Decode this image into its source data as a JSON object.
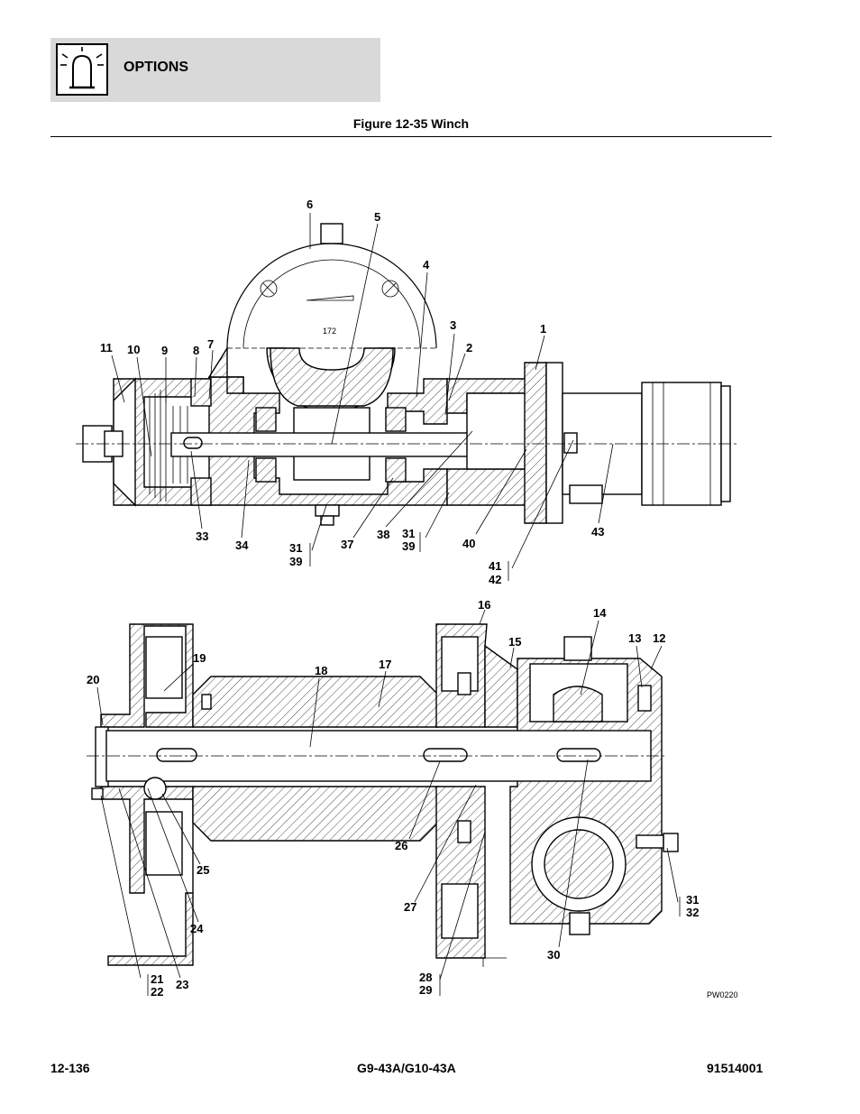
{
  "header": {
    "section_title": "OPTIONS",
    "icon": "beacon-light-icon"
  },
  "figure": {
    "title": "Figure 12-35 Winch",
    "drawing_id": "PW0220",
    "body_marking": "172",
    "upper_callouts": [
      "6",
      "5",
      "4",
      "3",
      "2",
      "1",
      "11",
      "10",
      "9",
      "8",
      "7",
      "33",
      "34",
      "31",
      "39",
      "37",
      "38",
      "31",
      "39",
      "40",
      "41",
      "42",
      "43"
    ],
    "lower_callouts": [
      "16",
      "14",
      "15",
      "13",
      "12",
      "19",
      "20",
      "18",
      "17",
      "26",
      "25",
      "24",
      "27",
      "23",
      "21",
      "22",
      "28",
      "29",
      "30",
      "31",
      "32"
    ]
  },
  "footer": {
    "page_number": "12-136",
    "model": "G9-43A/G10-43A",
    "manual_number": "91514001"
  }
}
